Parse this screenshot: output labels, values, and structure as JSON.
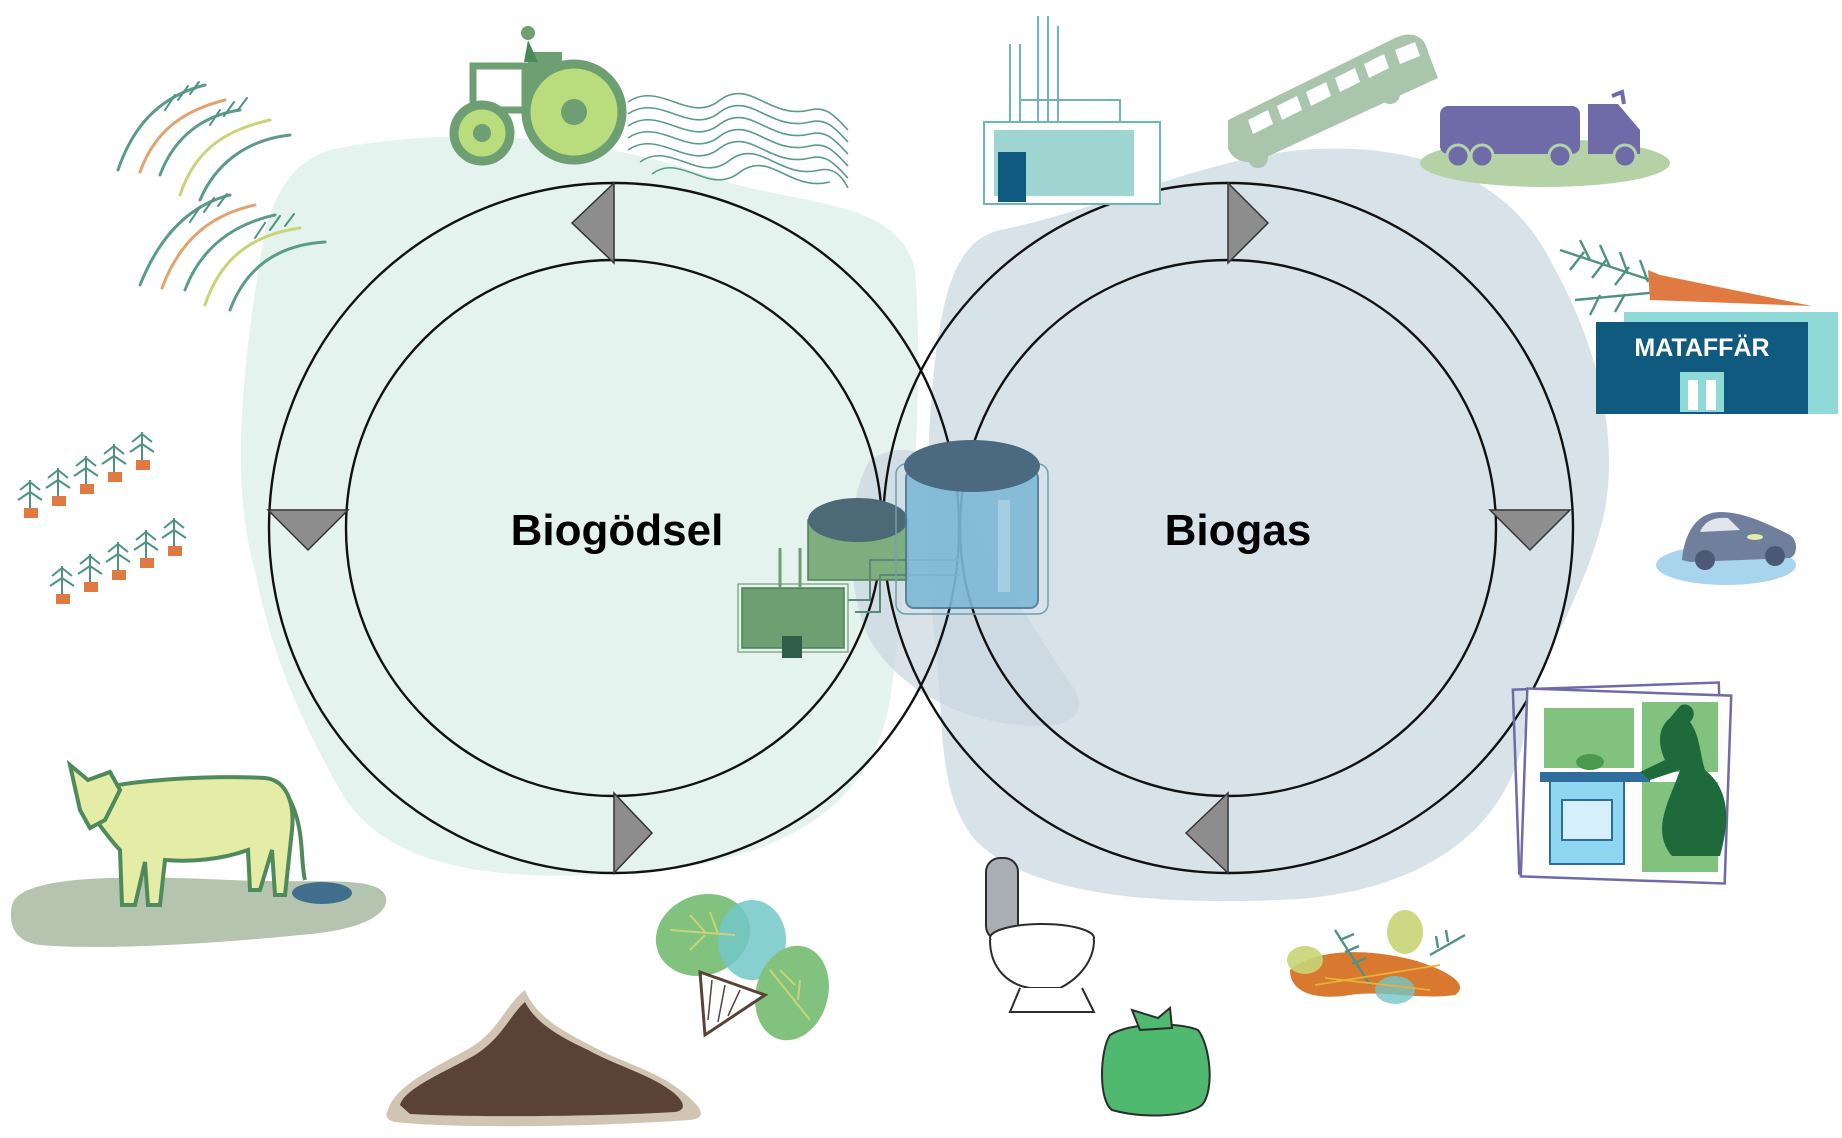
{
  "diagram": {
    "left_cycle": {
      "label": "Biogödsel"
    },
    "right_cycle": {
      "label": "Biogas"
    },
    "grocery_store": {
      "sign": "MATAFFÄR"
    }
  },
  "colors": {
    "left_blob": "#e4f3ee",
    "right_blob": "#d5e1e7",
    "cycle_stroke": "#111111",
    "arrow_fill": "#8d8d8d",
    "plant_green": "#6e9f73",
    "tank_blue": "#7fb8d6",
    "truck_purple": "#6e6ba8",
    "store_blue": "#0f5a7e",
    "soil_brown": "#5b4236",
    "cow_yellow": "#e4eca6"
  },
  "icons": [
    "wheat-icon",
    "tractor-icon",
    "field-waves-icon",
    "factory-icon",
    "bus-icon",
    "truck-icon",
    "grocery-store-icon",
    "seedlings-icon",
    "car-icon",
    "cow-icon",
    "kitchen-icon",
    "soil-pile-icon",
    "leaves-icon",
    "toilet-icon",
    "food-waste-icon",
    "waste-bag-icon",
    "biogas-plant-icon"
  ]
}
